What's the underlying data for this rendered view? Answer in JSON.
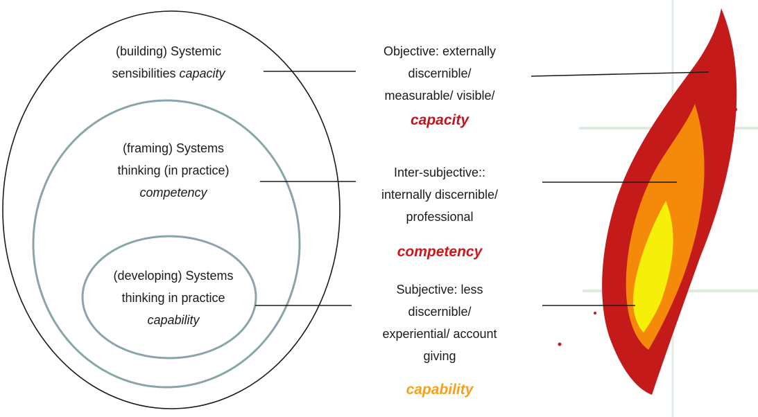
{
  "outer": {
    "line1": "(building) Systemic",
    "line2_plain": "sensibilities ",
    "line2_italic": "capacity"
  },
  "middle": {
    "line1": "(framing) Systems",
    "line2": "thinking (in practice)",
    "line3_italic": "competency"
  },
  "inner": {
    "line1": "(developing) Systems",
    "line2": "thinking in practice",
    "line3_italic": "capability"
  },
  "objective": {
    "line1": "Objective: externally",
    "line2": "discernible/",
    "line3": "measurable/ visible/",
    "keyword": "capacity"
  },
  "intersubjective": {
    "line1": "Inter-subjective::",
    "line2": "internally discernible/",
    "line3": "professional",
    "keyword": "competency"
  },
  "subjective": {
    "line1": "Subjective: less",
    "line2": "discernible/",
    "line3": "experiential/ account",
    "line4": "giving",
    "keyword": "capability"
  },
  "colors": {
    "capacity": "#c0161b",
    "competency": "#d1161b",
    "capability": "#f5a11a",
    "circle_outer": "#1a1a1a",
    "circle_inner": "#8aa5aa",
    "flame_outer": "#c41a1a",
    "flame_mid": "#f58a0a",
    "flame_core": "#f5f00a"
  }
}
